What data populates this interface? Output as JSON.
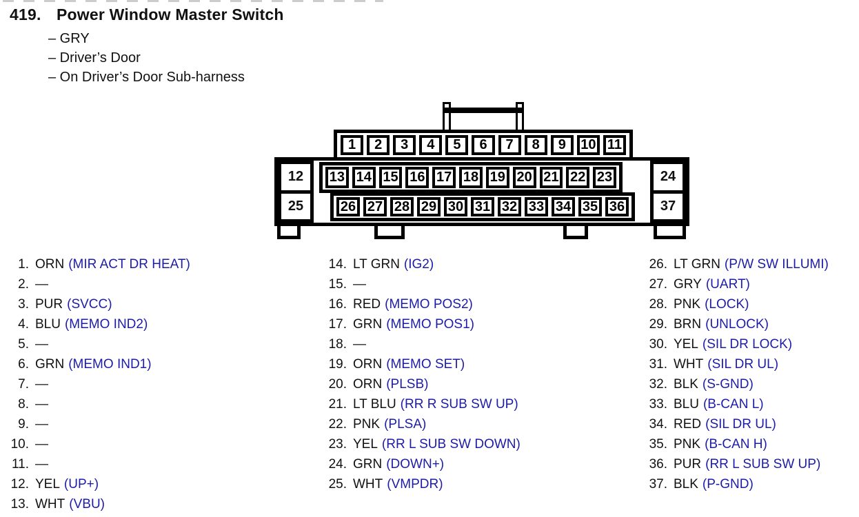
{
  "header": {
    "number": "419.",
    "title": "Power Window Master Switch"
  },
  "subtitles": [
    "– GRY",
    "– Driver’s Door",
    "– On Driver’s Door Sub-harness"
  ],
  "connector": {
    "top_row": [
      "1",
      "2",
      "3",
      "4",
      "5",
      "6",
      "7",
      "8",
      "9",
      "10",
      "11"
    ],
    "left_column": [
      "12",
      "25"
    ],
    "middle_top_row": [
      "13",
      "14",
      "15",
      "16",
      "17",
      "18",
      "19",
      "20",
      "21",
      "22",
      "23"
    ],
    "middle_bottom_row": [
      "26",
      "27",
      "28",
      "29",
      "30",
      "31",
      "32",
      "33",
      "34",
      "35",
      "36"
    ],
    "right_column": [
      "24",
      "37"
    ]
  },
  "pinout": {
    "column1": [
      {
        "num": "1.",
        "wire": "ORN",
        "signal": "(MIR ACT DR HEAT)"
      },
      {
        "num": "2.",
        "wire": "—",
        "signal": ""
      },
      {
        "num": "3.",
        "wire": "PUR",
        "signal": "(SVCC)"
      },
      {
        "num": "4.",
        "wire": "BLU",
        "signal": "(MEMO IND2)"
      },
      {
        "num": "5.",
        "wire": "—",
        "signal": ""
      },
      {
        "num": "6.",
        "wire": "GRN",
        "signal": "(MEMO IND1)"
      },
      {
        "num": "7.",
        "wire": "—",
        "signal": ""
      },
      {
        "num": "8.",
        "wire": "—",
        "signal": ""
      },
      {
        "num": "9.",
        "wire": "—",
        "signal": ""
      },
      {
        "num": "10.",
        "wire": "—",
        "signal": ""
      },
      {
        "num": "11.",
        "wire": "—",
        "signal": ""
      },
      {
        "num": "12.",
        "wire": "YEL",
        "signal": "(UP+)"
      },
      {
        "num": "13.",
        "wire": "WHT",
        "signal": "(VBU)"
      }
    ],
    "column2": [
      {
        "num": "14.",
        "wire": "LT GRN",
        "signal": "(IG2)"
      },
      {
        "num": "15.",
        "wire": "—",
        "signal": ""
      },
      {
        "num": "16.",
        "wire": "RED",
        "signal": "(MEMO POS2)"
      },
      {
        "num": "17.",
        "wire": "GRN",
        "signal": "(MEMO POS1)"
      },
      {
        "num": "18.",
        "wire": "—",
        "signal": ""
      },
      {
        "num": "19.",
        "wire": "ORN",
        "signal": "(MEMO SET)"
      },
      {
        "num": "20.",
        "wire": "ORN",
        "signal": "(PLSB)"
      },
      {
        "num": "21.",
        "wire": "LT BLU",
        "signal": "(RR R SUB SW UP)"
      },
      {
        "num": "22.",
        "wire": "PNK",
        "signal": "(PLSA)"
      },
      {
        "num": "23.",
        "wire": "YEL",
        "signal": "(RR L SUB SW DOWN)"
      },
      {
        "num": "24.",
        "wire": "GRN",
        "signal": "(DOWN+)"
      },
      {
        "num": "25.",
        "wire": "WHT",
        "signal": "(VMPDR)"
      }
    ],
    "column3": [
      {
        "num": "26.",
        "wire": "LT GRN",
        "signal": "(P/W SW ILLUMI)"
      },
      {
        "num": "27.",
        "wire": "GRY",
        "signal": "(UART)"
      },
      {
        "num": "28.",
        "wire": "PNK",
        "signal": "(LOCK)"
      },
      {
        "num": "29.",
        "wire": "BRN",
        "signal": "(UNLOCK)"
      },
      {
        "num": "30.",
        "wire": "YEL",
        "signal": "(SIL DR LOCK)"
      },
      {
        "num": "31.",
        "wire": "WHT",
        "signal": "(SIL DR UL)"
      },
      {
        "num": "32.",
        "wire": "BLK",
        "signal": "(S-GND)"
      },
      {
        "num": "33.",
        "wire": "BLU",
        "signal": "(B-CAN L)"
      },
      {
        "num": "34.",
        "wire": "RED",
        "signal": "(SIL DR UL)"
      },
      {
        "num": "35.",
        "wire": "PNK",
        "signal": "(B-CAN H)"
      },
      {
        "num": "36.",
        "wire": "PUR",
        "signal": "(RR L SUB SW UP)"
      },
      {
        "num": "37.",
        "wire": "BLK",
        "signal": "(P-GND)"
      }
    ]
  },
  "colors": {
    "signal_blue": "#1c1ca8",
    "text_black": "#111111",
    "line_black": "#000000",
    "background": "#ffffff"
  }
}
